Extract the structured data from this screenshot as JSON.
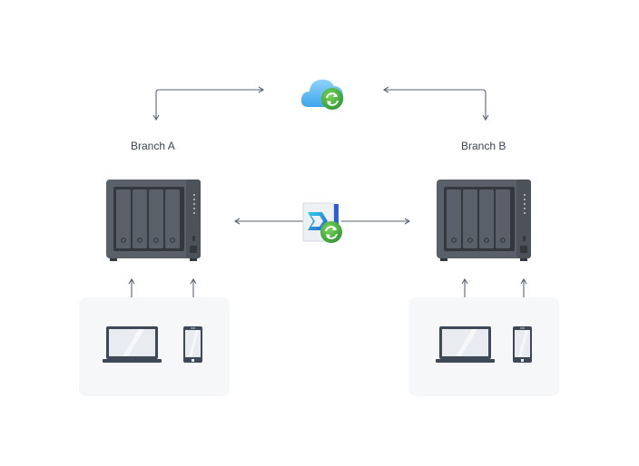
{
  "diagram": {
    "title": "",
    "branches": [
      {
        "label": "Branch A",
        "devices": [
          "laptop",
          "smartphone"
        ]
      },
      {
        "label": "Branch B",
        "devices": [
          "laptop",
          "smartphone"
        ]
      }
    ],
    "nodes": {
      "cloud": {
        "icon": "cloud-sync-icon"
      },
      "sync_app": {
        "icon": "sync-app-icon"
      },
      "nas": {
        "icon": "nas-server-icon",
        "bays": 4
      }
    },
    "colors": {
      "line": "#5a6372",
      "nas_body": "#4a4f57",
      "panel_bg": "#f6f7f9",
      "cloud_blue": "#4fb3f0",
      "sync_green": "#3fae3c",
      "device_dark": "#3f4856"
    }
  }
}
